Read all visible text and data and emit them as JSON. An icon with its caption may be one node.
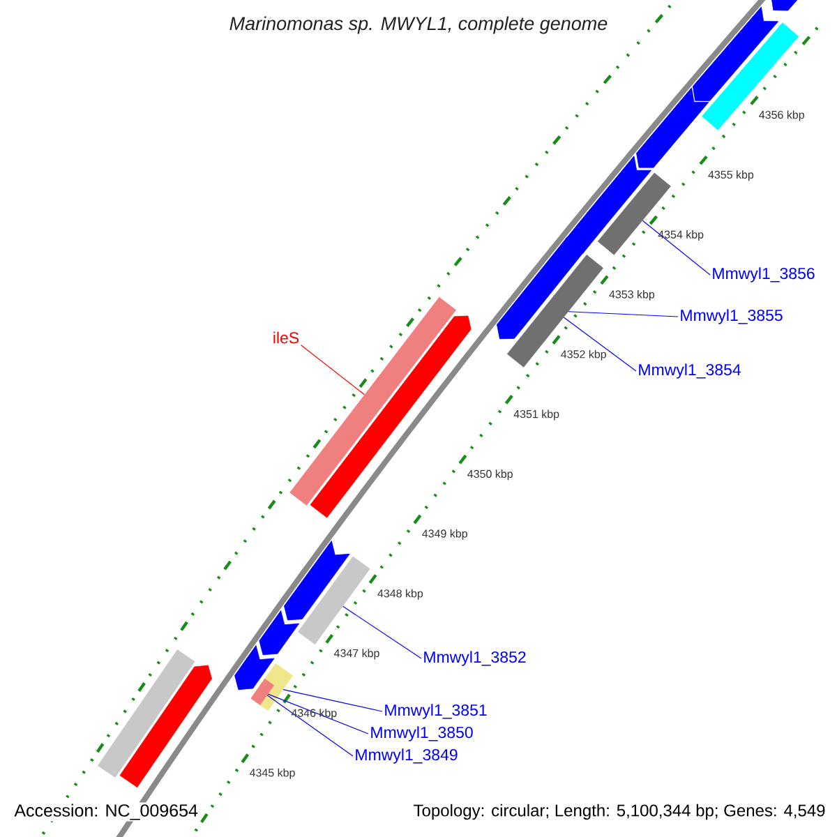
{
  "diagram": {
    "title": "Marinomonas sp. MWYL1, complete genome",
    "nodes": [
      {
        "text": [
          "ileS"
        ]
      },
      {
        "text": [
          "Mmwyl1_3856"
        ]
      },
      {
        "text": [
          "Mmwyl1_3855"
        ]
      },
      {
        "text": [
          "Mmwyl1_3854"
        ]
      },
      {
        "text": [
          "Mmwyl1_3852"
        ]
      },
      {
        "text": [
          "Mmwyl1_3851"
        ]
      },
      {
        "text": [
          "Mmwyl1_3850"
        ]
      },
      {
        "text": [
          "Mmwyl1_3849"
        ]
      },
      {
        "text": [],
        "shape": "arrow"
      },
      {
        "text": [],
        "shape": "bar"
      },
      {
        "text": [],
        "shape": "arrow"
      },
      {
        "text": [],
        "shape": "arrow"
      },
      {
        "text": [],
        "shape": "bar"
      },
      {
        "text": [],
        "shape": "arrow"
      },
      {
        "text": [],
        "shape": "arrow"
      },
      {
        "text": [],
        "shape": "arrow"
      },
      {
        "text": [],
        "shape": "bar"
      },
      {
        "text": [],
        "shape": "bar"
      },
      {
        "text": [],
        "shape": "arrow"
      },
      {
        "text": [],
        "shape": "arrow"
      },
      {
        "text": [],
        "shape": "bar"
      },
      {
        "text": [],
        "shape": "arrow"
      },
      {
        "text": [],
        "shape": "arrow"
      },
      {
        "text": [],
        "shape": "bar"
      },
      {
        "text": [],
        "shape": "arrow"
      },
      {
        "text": [],
        "shape": "bar",
        "in": 23
      },
      {
        "text": [],
        "shape": "bar"
      },
      {
        "text": [],
        "shape": "arrow"
      }
    ],
    "edges": [
      {
        "from": 0,
        "to": 17,
        "arrow": "none",
        "color": "#ff0000"
      },
      {
        "from": 1,
        "to": 12,
        "arrow": "none"
      },
      {
        "from": 2,
        "to": 16,
        "arrow": "none"
      },
      {
        "from": 3,
        "to": 16,
        "arrow": "none"
      },
      {
        "from": 4,
        "to": 20,
        "arrow": "none"
      },
      {
        "from": 5,
        "to": 23,
        "arrow": "none"
      },
      {
        "from": 6,
        "to": 25,
        "arrow": "none"
      },
      {
        "from": 7,
        "to": 25,
        "arrow": "none"
      }
    ],
    "labels": [
      "4356 kbp",
      "4355 kbp",
      "4354 kbp",
      "4353 kbp",
      "4352 kbp",
      "4351 kbp",
      "4350 kbp",
      "4349 kbp",
      "4348 kbp",
      "4347 kbp",
      "4346 kbp",
      "4345 kbp",
      "Accession: NC_009654",
      "Topology: circular; Length: 5,100,344 bp; Genes: 4,549"
    ]
  }
}
